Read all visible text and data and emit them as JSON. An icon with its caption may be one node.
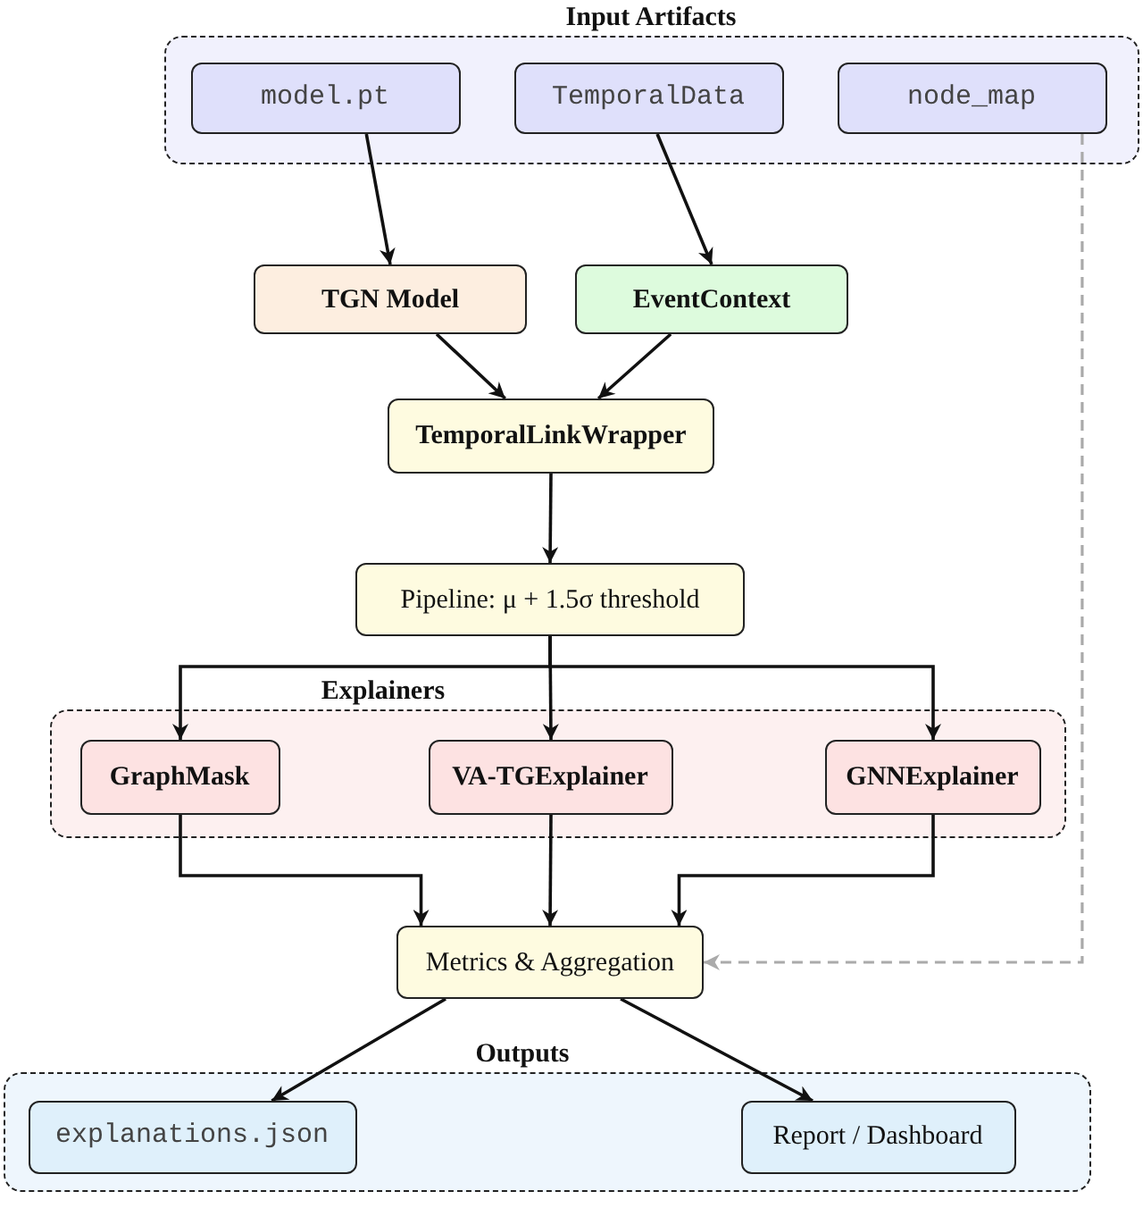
{
  "diagram": {
    "nodes": [
      {
        "text": [
          "Input Artifacts"
        ]
      },
      {
        "text": [
          "model.pt"
        ],
        "in": 0
      },
      {
        "text": [
          "TemporalData"
        ],
        "in": 0
      },
      {
        "text": [
          "node_map"
        ],
        "in": 0
      },
      {
        "text": [
          "TGN Model"
        ]
      },
      {
        "text": [
          "EventContext"
        ]
      },
      {
        "text": [
          "TemporalLinkWrapper"
        ]
      },
      {
        "text": [
          "Pipeline: μ + 1.5σ threshold"
        ]
      },
      {
        "text": [
          "Explainers"
        ]
      },
      {
        "text": [
          "GraphMask"
        ],
        "in": 8
      },
      {
        "text": [
          "VA-TGExplainer"
        ],
        "in": 8
      },
      {
        "text": [
          "GNNExplainer"
        ],
        "in": 8
      },
      {
        "text": [
          "Metrics & Aggregation"
        ]
      },
      {
        "text": [
          "Outputs"
        ]
      },
      {
        "text": [
          "explanations.json"
        ],
        "in": 13
      },
      {
        "text": [
          "Report / Dashboard"
        ],
        "in": 13
      }
    ],
    "edges": [
      {
        "from": 1,
        "to": 4,
        "arrow": "to"
      },
      {
        "from": 2,
        "to": 5,
        "arrow": "to"
      },
      {
        "from": 4,
        "to": 6,
        "arrow": "to"
      },
      {
        "from": 5,
        "to": 6,
        "arrow": "to"
      },
      {
        "from": 6,
        "to": 7,
        "arrow": "to"
      },
      {
        "from": 7,
        "to": 9,
        "arrow": "to"
      },
      {
        "from": 7,
        "to": 10,
        "arrow": "to"
      },
      {
        "from": 7,
        "to": 11,
        "arrow": "to"
      },
      {
        "from": 9,
        "to": 12,
        "arrow": "to"
      },
      {
        "from": 10,
        "to": 12,
        "arrow": "to"
      },
      {
        "from": 11,
        "to": 12,
        "arrow": "to"
      },
      {
        "from": 3,
        "to": 12,
        "arrow": "to",
        "style": "dashed",
        "color": "#aaaaaa"
      },
      {
        "from": 12,
        "to": 14,
        "arrow": "to"
      },
      {
        "from": 12,
        "to": 15,
        "arrow": "to"
      }
    ]
  }
}
